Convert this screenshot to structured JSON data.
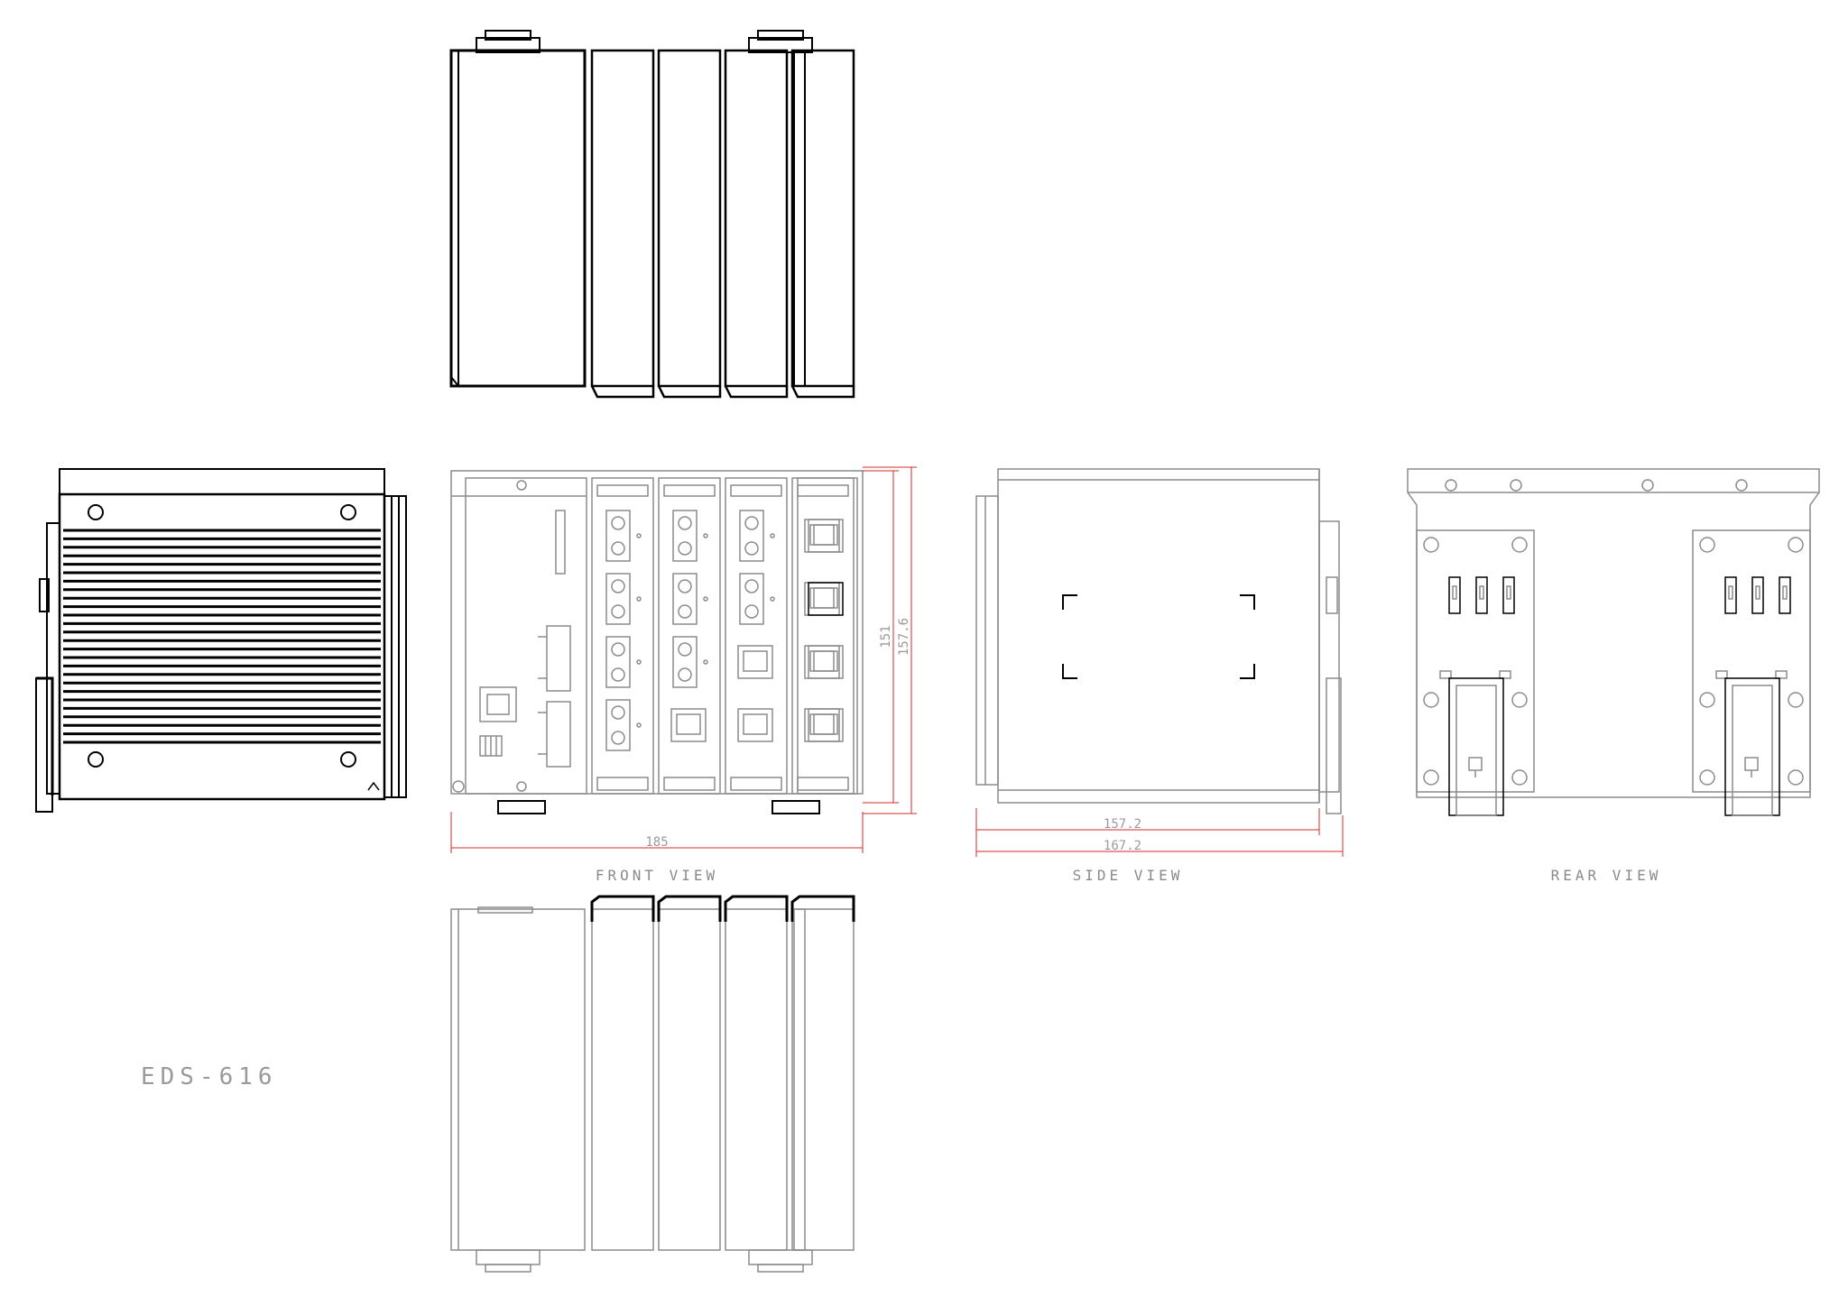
{
  "model": "EDS-616",
  "views": {
    "front": "FRONT VIEW",
    "side": "SIDE VIEW",
    "rear": "REAR VIEW"
  },
  "dimensions": {
    "front_width": "185",
    "front_height_inner": "151",
    "front_height_outer": "157.6",
    "side_depth_inner": "157.2",
    "side_depth_outer": "167.2"
  },
  "colors": {
    "outline": "#000000",
    "light_line": "#8c8c8c",
    "dimension": "#d62b2b",
    "caption": "#8a8a8a"
  },
  "icons": [
    "din-rail-clip-icon",
    "heat-sink-fins-icon",
    "rj45-port-icon",
    "fiber-port-icon",
    "terminal-block-icon",
    "dip-switch-icon",
    "mounting-screw-icon"
  ]
}
